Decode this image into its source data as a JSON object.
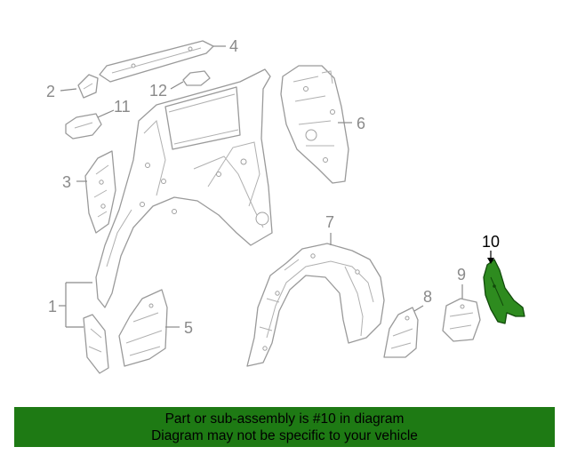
{
  "diagram": {
    "callouts": [
      {
        "id": "c1",
        "label": "1"
      },
      {
        "id": "c2",
        "label": "2"
      },
      {
        "id": "c3",
        "label": "3"
      },
      {
        "id": "c4",
        "label": "4"
      },
      {
        "id": "c5",
        "label": "5"
      },
      {
        "id": "c6",
        "label": "6"
      },
      {
        "id": "c7",
        "label": "7"
      },
      {
        "id": "c8",
        "label": "8"
      },
      {
        "id": "c9",
        "label": "9"
      },
      {
        "id": "c10",
        "label": "10"
      },
      {
        "id": "c11",
        "label": "11"
      },
      {
        "id": "c12",
        "label": "12"
      }
    ],
    "highlighted_part": "10",
    "highlight_color": "#2e8b1f",
    "part_line_color": "#9a9a9a"
  },
  "banner": {
    "line1": "Part or sub-assembly is #10 in diagram",
    "line2": "Diagram may not be specific to your vehicle",
    "background": "#1e7a14"
  }
}
